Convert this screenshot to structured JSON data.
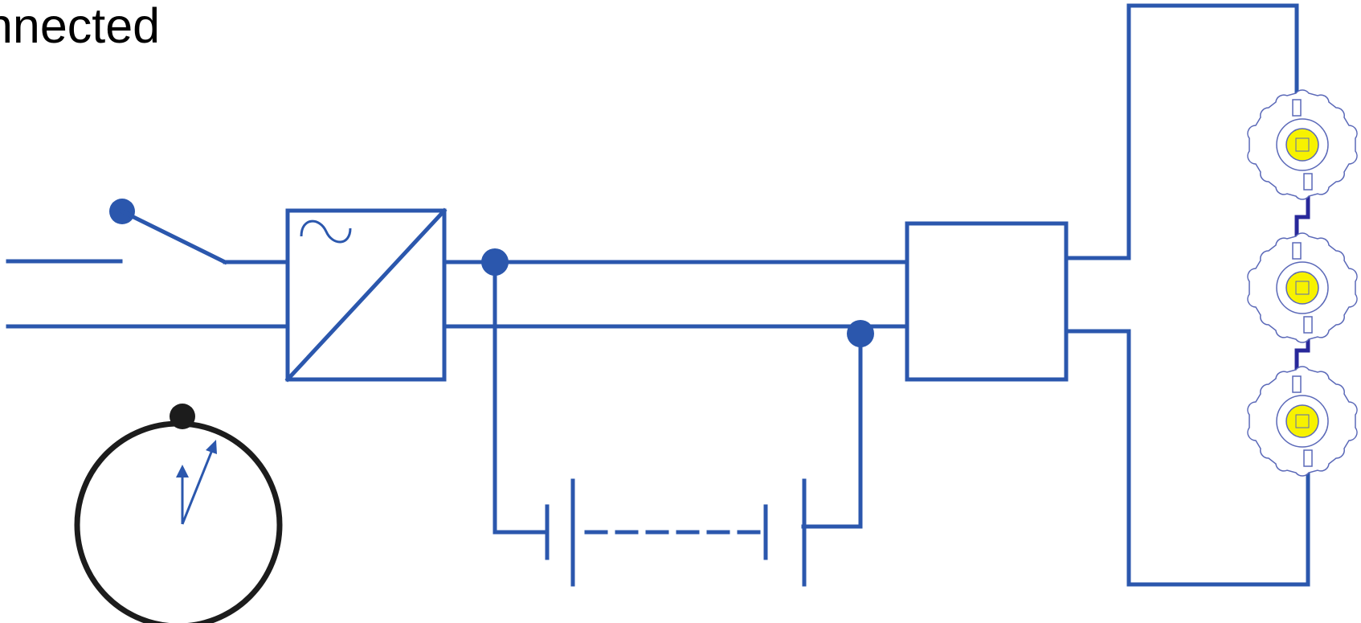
{
  "caption": {
    "text": "nnected"
  },
  "colors": {
    "wire": "#2b57ad",
    "led_link": "#28289a",
    "led_core": "#f7f200",
    "led_outline": "#5a68b8",
    "timer": "#1c1c1c"
  },
  "components": {
    "mains_switch": "open-switch",
    "converter": "ac-dc-converter",
    "battery": "battery-bank",
    "driver": "led-driver",
    "led_count": 3,
    "timer": "stopwatch"
  }
}
